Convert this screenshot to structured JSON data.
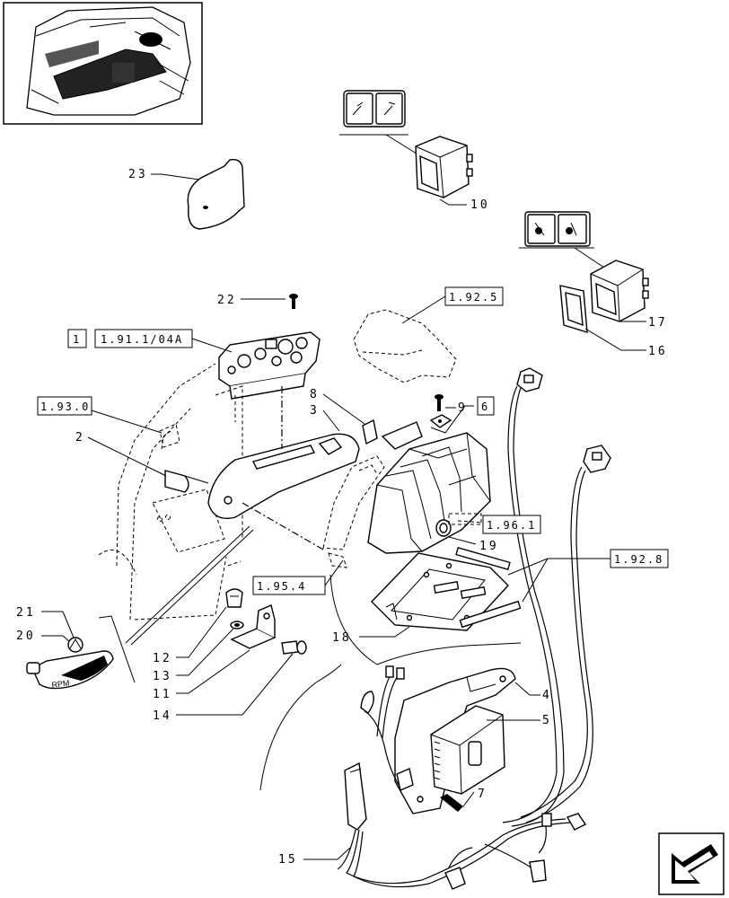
{
  "callouts": [
    "23",
    "10",
    "22",
    "1",
    "1.91.1/04A",
    "1.92.5",
    "17",
    "16",
    "1.93.0",
    "8",
    "3",
    "9",
    "6",
    "2",
    "1.96.1",
    "19",
    "1.92.8",
    "1.95.4",
    "21",
    "20",
    "18",
    "12",
    "13",
    "11",
    "14",
    "4",
    "5",
    "7",
    "15"
  ],
  "lever_label": "RPM",
  "icons": {
    "nav_arrow": "next-page-arrow-icon",
    "thumbnail": "location-thumbnail"
  }
}
